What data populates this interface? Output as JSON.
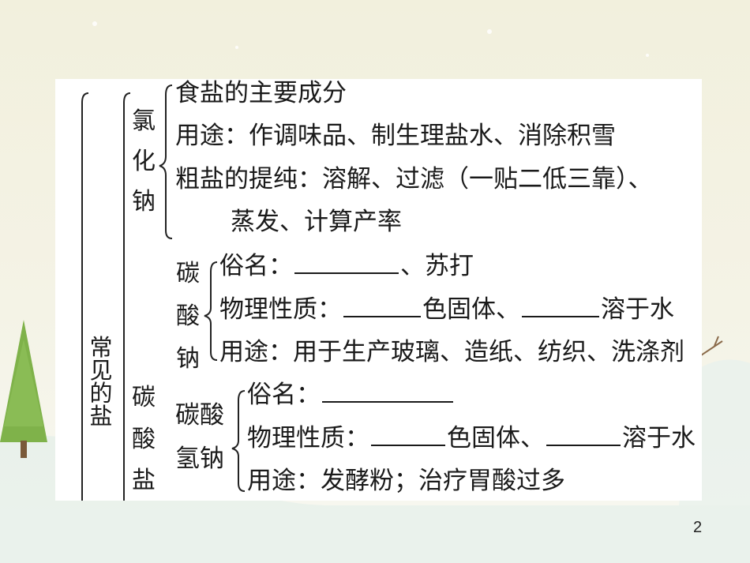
{
  "slide": {
    "page_number": "2",
    "root_label": [
      "常",
      "见",
      "的",
      "盐"
    ],
    "nacl": {
      "label": [
        "氯",
        "化",
        "钠"
      ],
      "line1": "食盐的主要成分",
      "line2": "用途：作调味品、制生理盐水、消除积雪",
      "line3": "粗盐的提纯：溶解、过滤（一贴二低三靠）、",
      "line4": "蒸发、计算产率"
    },
    "carbonates": {
      "label": [
        "碳",
        "酸",
        "盐"
      ],
      "na2co3": {
        "label": [
          "碳",
          "酸",
          "钠"
        ],
        "alias_prefix": "俗名：",
        "alias_suffix": "、苏打",
        "phys_prefix": "物理性质：",
        "phys_mid": "色固体、",
        "phys_suffix": "溶于水",
        "use": "用途：用于生产玻璃、造纸、纺织、洗涤剂"
      },
      "nahco3": {
        "label_line1": "碳酸",
        "label_line2": "氢钠",
        "alias_prefix": "俗名：",
        "phys_prefix": "物理性质：",
        "phys_mid": "色固体、",
        "phys_suffix": "溶于水",
        "use": "用途：发酵粉；治疗胃酸过多"
      }
    }
  }
}
